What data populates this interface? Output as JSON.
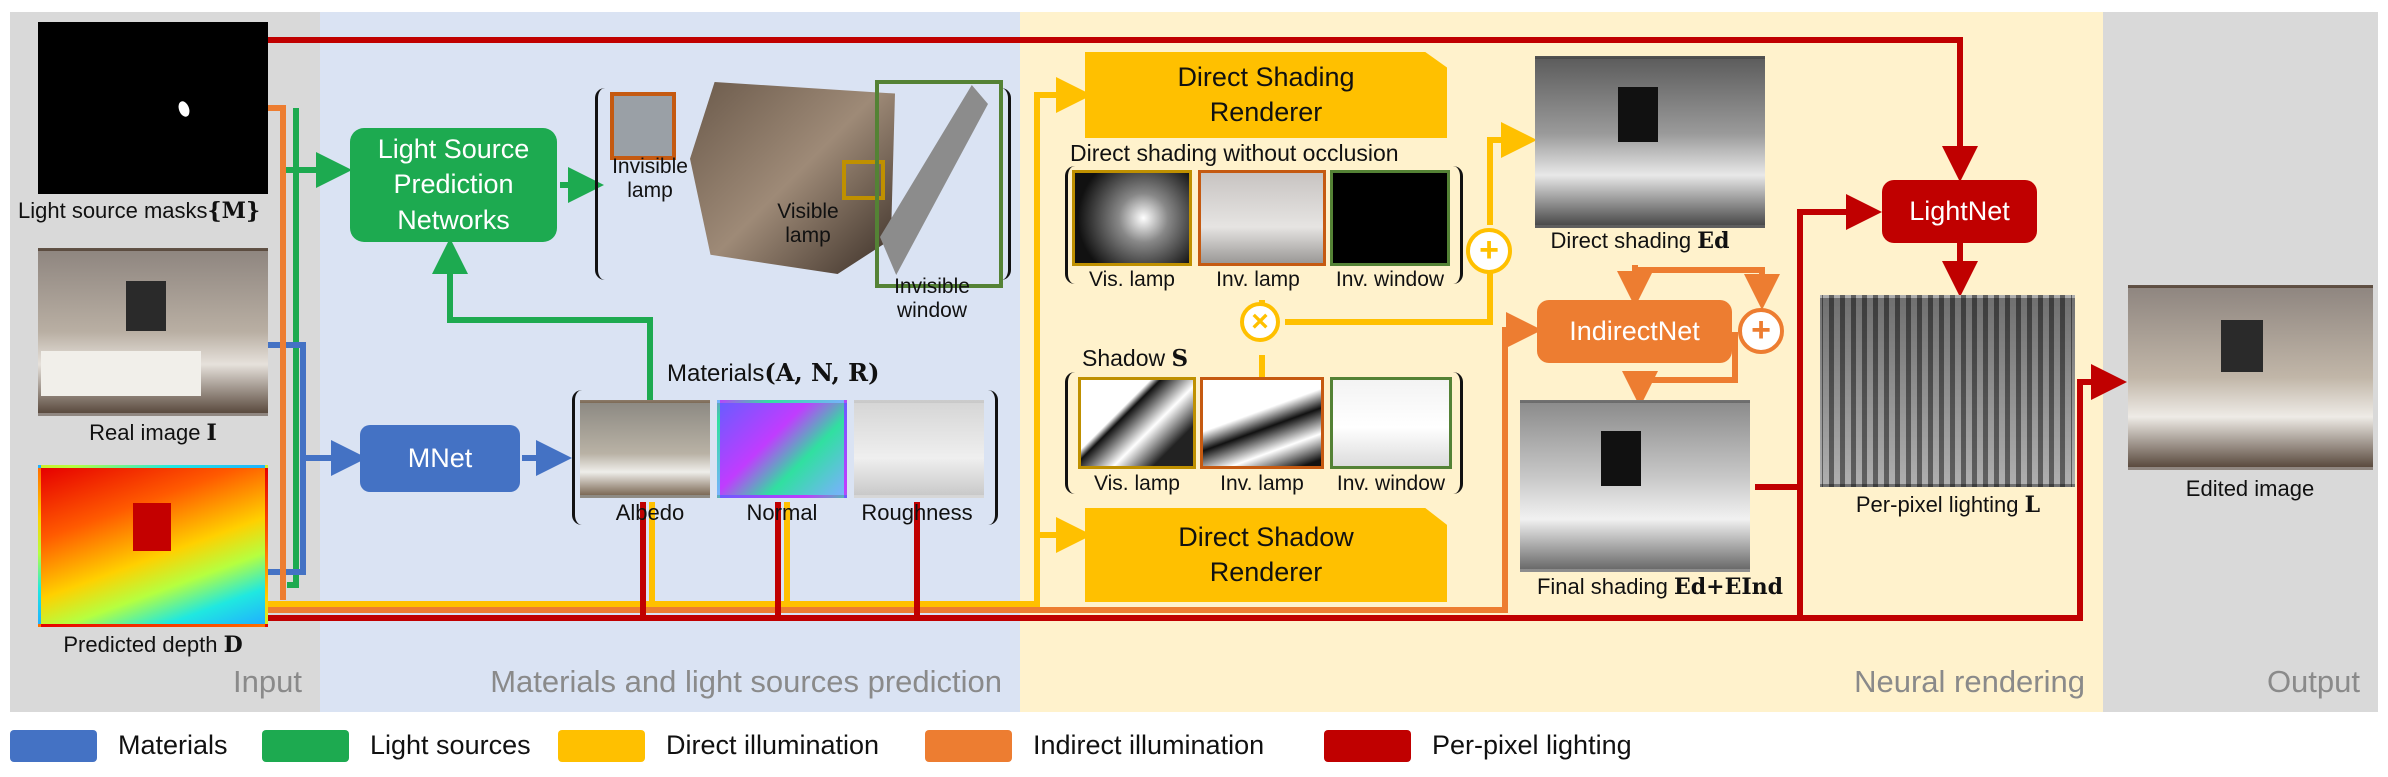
{
  "sections": {
    "input": "Input",
    "materials": "Materials and light sources prediction",
    "neural": "Neural rendering",
    "output": "Output"
  },
  "inputs": {
    "masks": "Light source masks",
    "masks_sym": "{M}",
    "real": "Real image",
    "real_sym": "I",
    "depth": "Predicted depth",
    "depth_sym": "D"
  },
  "modules": {
    "lspn": "Light Source Prediction Networks",
    "mnet": "MNet",
    "direct_shading": "Direct Shading Renderer",
    "direct_shadow": "Direct Shadow Renderer",
    "indirectnet": "IndirectNet",
    "lightnet": "LightNet"
  },
  "scene": {
    "invisible_lamp": "Invisible lamp",
    "visible_lamp": "Visible lamp",
    "invisible_window": "Invisible window"
  },
  "materials": {
    "title": "Materials",
    "title_sym": "(A, N, R)",
    "albedo": "Albedo",
    "normal": "Normal",
    "roughness": "Roughness"
  },
  "shading": {
    "title": "Direct shading without occlusion",
    "items": [
      "Vis. lamp",
      "Inv. lamp",
      "Inv. window"
    ]
  },
  "shadow": {
    "title": "Shadow",
    "title_sym": "S",
    "items": [
      "Vis. lamp",
      "Inv. lamp",
      "Inv. window"
    ]
  },
  "results": {
    "direct_shading": "Direct shading",
    "direct_shading_sym": "Ed",
    "final_shading": "Final shading",
    "final_shading_sym": "Ed+EInd",
    "per_pixel": "Per-pixel lighting",
    "per_pixel_sym": "L",
    "edited": "Edited image"
  },
  "legend": [
    {
      "label": "Materials",
      "color": "#4472c4"
    },
    {
      "label": "Light sources",
      "color": "#1daa50"
    },
    {
      "label": "Direct illumination",
      "color": "#ffc000"
    },
    {
      "label": "Indirect illumination",
      "color": "#ed7d31"
    },
    {
      "label": "Per-pixel lighting",
      "color": "#c00000"
    }
  ],
  "colors": {
    "input_bg": "#d9d9d9",
    "materials_bg": "#dae3f3",
    "neural_bg": "#fff2cc",
    "output_bg": "#d9d9d9"
  }
}
